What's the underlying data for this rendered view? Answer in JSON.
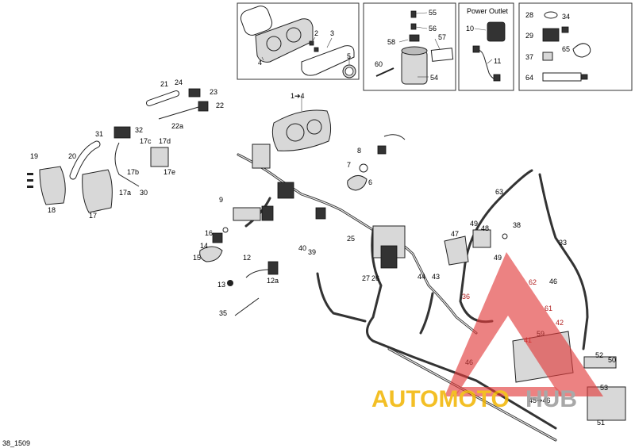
{
  "labels": {
    "power_outlet_title": "Power Outlet",
    "c1_4": "1➔4",
    "c2": "2",
    "c3": "3",
    "c4": "4",
    "c5": "5",
    "c6": "6",
    "c7": "7",
    "c8": "8",
    "c9": "9",
    "c10": "10",
    "c11": "11",
    "c12": "12",
    "c12a": "12a",
    "c13": "13",
    "c14": "14",
    "c15": "15",
    "c16": "16",
    "c17": "17",
    "c17a": "17a",
    "c17b": "17b",
    "c17c": "17c",
    "c17d": "17d",
    "c17e": "17e",
    "c18": "18",
    "c19": "19",
    "c20": "20",
    "c21": "21",
    "c22": "22",
    "c22a": "22a",
    "c23": "23",
    "c24": "24",
    "c25": "25",
    "c26": "26",
    "c27": "27",
    "c28": "28",
    "c29": "29",
    "c30": "30",
    "c31": "31",
    "c32": "32",
    "c33": "33",
    "c34": "34",
    "c35": "35",
    "c36": "36",
    "c37": "37",
    "c38": "38",
    "c39": "39",
    "c40": "40",
    "c41": "41",
    "c42": "42",
    "c43": "43",
    "c44": "44",
    "c45_46": "45➔46",
    "c46a": "46",
    "c46b": "46",
    "c47": "47",
    "c48": "48",
    "c49a": "49",
    "c49b": "49",
    "c50": "50",
    "c51": "51",
    "c52": "52",
    "c53": "53",
    "c54": "54",
    "c55": "55",
    "c56": "56",
    "c57": "57",
    "c58": "58",
    "c59": "59",
    "c60": "60",
    "c61": "61",
    "c62": "62",
    "c63": "63",
    "c64": "64",
    "c65": "65"
  },
  "watermark": {
    "text_auto_moto": "AUTOMOTO",
    "text_hub": "HUB"
  },
  "footer_code": "38_1509",
  "colors": {
    "watermark_red": "#e23b3b",
    "watermark_gold": "#f2b400",
    "watermark_gray": "#9a9a9a",
    "callout_red": "#b01e1e"
  }
}
